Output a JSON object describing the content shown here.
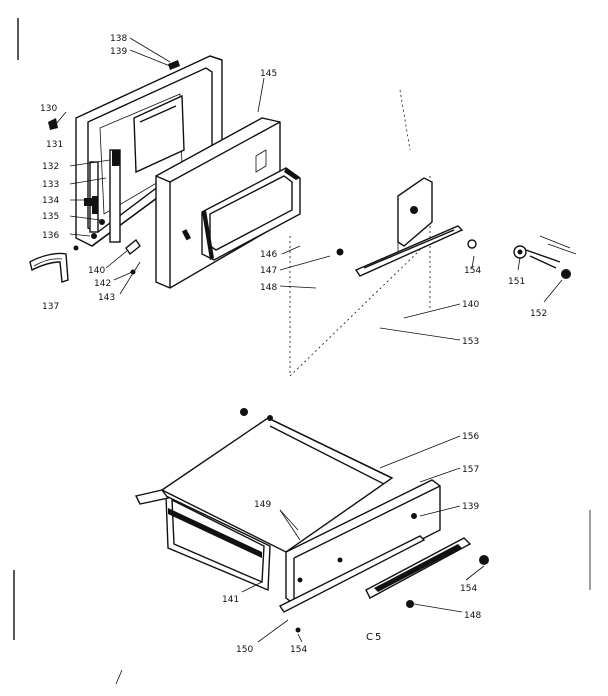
{
  "part_labels": {
    "p138": "138",
    "p139_top": "139",
    "p130": "130",
    "p131": "131",
    "p132": "132",
    "p133": "133",
    "p134": "134",
    "p135": "135",
    "p136": "136",
    "p137": "137",
    "p140_left": "140",
    "p142": "142",
    "p143": "143",
    "p145": "145",
    "p146": "146",
    "p147": "147",
    "p148_top": "148",
    "p154_top": "154",
    "p151": "151",
    "p152": "152",
    "p140_right": "140",
    "p153": "153",
    "p156": "156",
    "p157": "157",
    "p139_bottom": "139",
    "p149": "149",
    "p154_right": "154",
    "p148_bottom": "148",
    "p141": "141",
    "p150": "150",
    "p154_bottom": "154"
  },
  "section_code": "C5"
}
